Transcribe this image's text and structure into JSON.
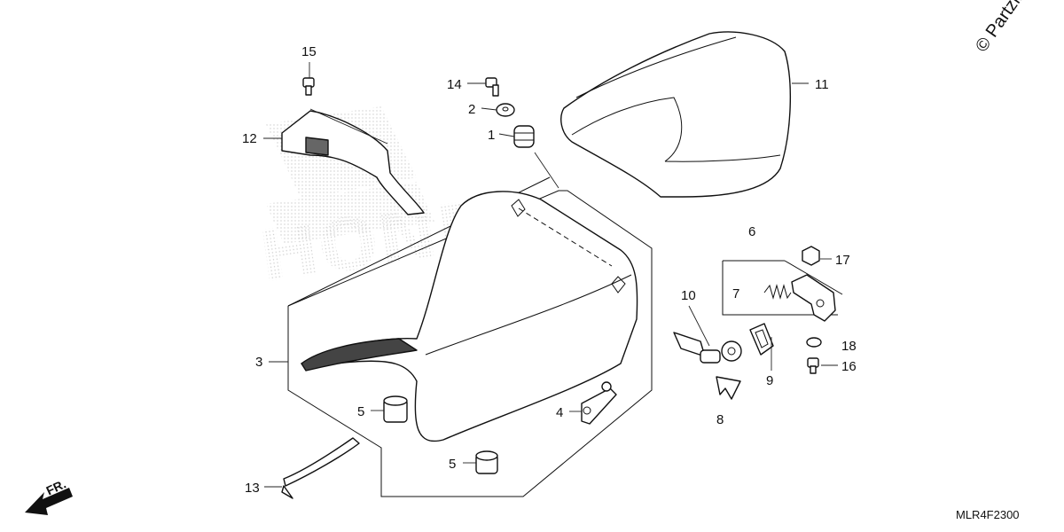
{
  "callouts": [
    "1",
    "2",
    "3",
    "4",
    "5",
    "5",
    "6",
    "7",
    "8",
    "9",
    "10",
    "11",
    "12",
    "13",
    "14",
    "15",
    "16",
    "17",
    "18"
  ],
  "watermark": "© Partzilla",
  "watermark_logo": "HONDA",
  "direction_label": "FR.",
  "drawing_code": "MLR4F2300"
}
